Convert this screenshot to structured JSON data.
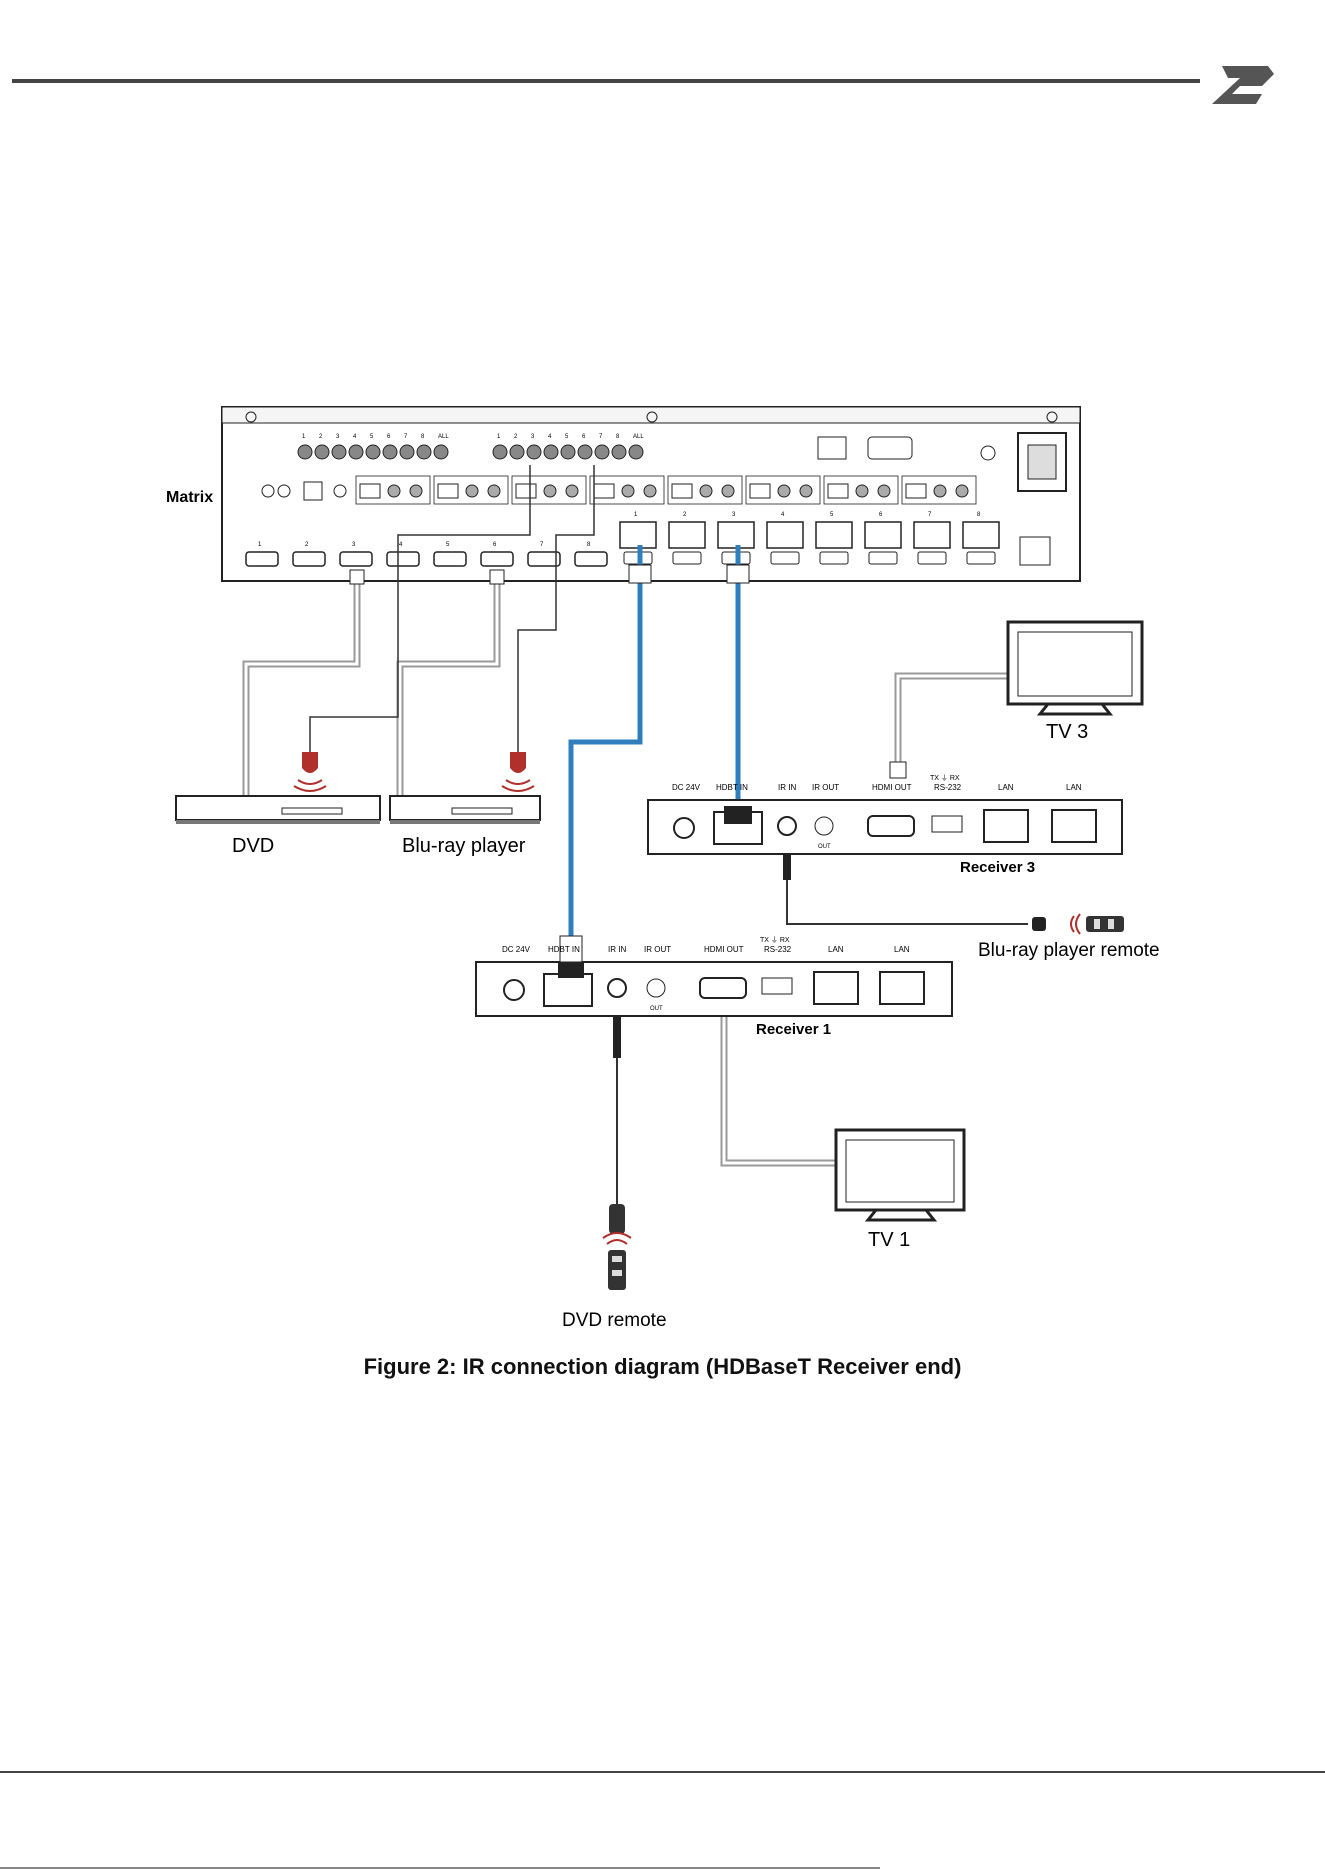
{
  "header": {
    "logo_icon": "brand-logo-icon"
  },
  "matrix": {
    "name": "Matrix",
    "ir_out_num_labels": [
      "1",
      "2",
      "3",
      "4",
      "5",
      "6",
      "7",
      "8",
      "ALL"
    ],
    "ir_in_num_labels": [
      "1",
      "2",
      "3",
      "4",
      "5",
      "6",
      "7",
      "8",
      "ALL"
    ],
    "hdbt_port_labels": [
      "1",
      "2",
      "3",
      "4",
      "5",
      "6",
      "7",
      "8"
    ],
    "hdmi_input_labels": [
      "1",
      "2",
      "3",
      "4",
      "5",
      "6",
      "7",
      "8"
    ]
  },
  "sources": [
    {
      "name": "DVD"
    },
    {
      "name": "Blu-ray player"
    }
  ],
  "receivers": [
    {
      "name": "Receiver 3",
      "ports": {
        "dc": "DC 24V",
        "hdbt": "HDBT IN",
        "ir_in": "IR IN",
        "ir_out": "IR OUT",
        "out": "OUT",
        "hdmi_out": "HDMI OUT",
        "rs232_top": "TX ⏚ RX",
        "rs232": "RS-232",
        "lan1": "LAN",
        "lan2": "LAN"
      }
    },
    {
      "name": "Receiver 1",
      "ports": {
        "dc": "DC 24V",
        "hdbt": "HDBT IN",
        "ir_in": "IR IN",
        "ir_out": "IR OUT",
        "out": "OUT",
        "hdmi_out": "HDMI OUT",
        "rs232_top": "TX ⏚ RX",
        "rs232": "RS-232",
        "lan1": "LAN",
        "lan2": "LAN"
      }
    }
  ],
  "displays": [
    {
      "name": "TV 3"
    },
    {
      "name": "TV 1"
    }
  ],
  "remotes": [
    {
      "name": "Blu-ray player remote"
    },
    {
      "name": "DVD remote"
    }
  ],
  "caption": "Figure 2: IR connection diagram (HDBaseT Receiver end)",
  "colors": {
    "hdbaset_cable": "#2f7fbf",
    "cable_gray": "#9a9a9a",
    "ir_emitter": "#b0302c"
  }
}
